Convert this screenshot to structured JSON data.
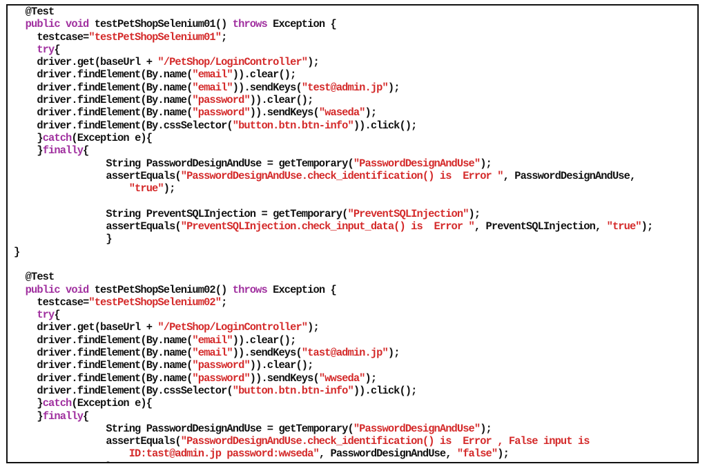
{
  "colors": {
    "keyword": "#a0309f",
    "string": "#d42a2a",
    "plain": "#111111",
    "border": "#111111",
    "background": "#ffffff"
  },
  "code_lines": [
    [
      {
        "t": "pl",
        "v": "  @Test"
      }
    ],
    [
      {
        "t": "pl",
        "v": "  "
      },
      {
        "t": "kw",
        "v": "public void"
      },
      {
        "t": "pl",
        "v": " testPetShopSelenium01() "
      },
      {
        "t": "kw",
        "v": "throws"
      },
      {
        "t": "pl",
        "v": " Exception {"
      }
    ],
    [
      {
        "t": "pl",
        "v": "    testcase="
      },
      {
        "t": "str",
        "v": "\"testPetShopSelenium01\""
      },
      {
        "t": "pl",
        "v": ";"
      }
    ],
    [
      {
        "t": "pl",
        "v": "    "
      },
      {
        "t": "kw",
        "v": "try"
      },
      {
        "t": "pl",
        "v": "{"
      }
    ],
    [
      {
        "t": "pl",
        "v": "    driver.get(baseUrl + "
      },
      {
        "t": "str",
        "v": "\"/PetShop/LoginController\""
      },
      {
        "t": "pl",
        "v": ");"
      }
    ],
    [
      {
        "t": "pl",
        "v": "    driver.findElement(By.name("
      },
      {
        "t": "str",
        "v": "\"email\""
      },
      {
        "t": "pl",
        "v": ")).clear();"
      }
    ],
    [
      {
        "t": "pl",
        "v": "    driver.findElement(By.name("
      },
      {
        "t": "str",
        "v": "\"email\""
      },
      {
        "t": "pl",
        "v": ")).sendKeys("
      },
      {
        "t": "str",
        "v": "\"test@admin.jp\""
      },
      {
        "t": "pl",
        "v": ");"
      }
    ],
    [
      {
        "t": "pl",
        "v": "    driver.findElement(By.name("
      },
      {
        "t": "str",
        "v": "\"password\""
      },
      {
        "t": "pl",
        "v": ")).clear();"
      }
    ],
    [
      {
        "t": "pl",
        "v": "    driver.findElement(By.name("
      },
      {
        "t": "str",
        "v": "\"password\""
      },
      {
        "t": "pl",
        "v": ")).sendKeys("
      },
      {
        "t": "str",
        "v": "\"waseda\""
      },
      {
        "t": "pl",
        "v": ");"
      }
    ],
    [
      {
        "t": "pl",
        "v": "    driver.findElement(By.cssSelector("
      },
      {
        "t": "str",
        "v": "\"button.btn.btn-info\""
      },
      {
        "t": "pl",
        "v": ")).click();"
      }
    ],
    [
      {
        "t": "pl",
        "v": "    }"
      },
      {
        "t": "kw",
        "v": "catch"
      },
      {
        "t": "pl",
        "v": "(Exception e){"
      }
    ],
    [
      {
        "t": "pl",
        "v": "    }"
      },
      {
        "t": "kw",
        "v": "finally"
      },
      {
        "t": "pl",
        "v": "{"
      }
    ],
    [
      {
        "t": "pl",
        "v": "                String PasswordDesignAndUse = getTemporary("
      },
      {
        "t": "str",
        "v": "\"PasswordDesignAndUse\""
      },
      {
        "t": "pl",
        "v": ");"
      }
    ],
    [
      {
        "t": "pl",
        "v": "                assertEquals("
      },
      {
        "t": "str",
        "v": "\"PasswordDesignAndUse.check_identification() is  Error \""
      },
      {
        "t": "pl",
        "v": ", PasswordDesignAndUse,"
      }
    ],
    [
      {
        "t": "pl",
        "v": "                    "
      },
      {
        "t": "str",
        "v": "\"true\""
      },
      {
        "t": "pl",
        "v": ");"
      }
    ],
    [
      {
        "t": "pl",
        "v": ""
      }
    ],
    [
      {
        "t": "pl",
        "v": "                String PreventSQLInjection = getTemporary("
      },
      {
        "t": "str",
        "v": "\"PreventSQLInjection\""
      },
      {
        "t": "pl",
        "v": ");"
      }
    ],
    [
      {
        "t": "pl",
        "v": "                assertEquals("
      },
      {
        "t": "str",
        "v": "\"PreventSQLInjection.check_input_data() is  Error \""
      },
      {
        "t": "pl",
        "v": ", PreventSQLInjection, "
      },
      {
        "t": "str",
        "v": "\"true\""
      },
      {
        "t": "pl",
        "v": ");"
      }
    ],
    [
      {
        "t": "pl",
        "v": "                }"
      }
    ],
    [
      {
        "t": "pl",
        "v": "}"
      }
    ],
    [
      {
        "t": "pl",
        "v": ""
      }
    ],
    [
      {
        "t": "pl",
        "v": "  @Test"
      }
    ],
    [
      {
        "t": "pl",
        "v": "  "
      },
      {
        "t": "kw",
        "v": "public void"
      },
      {
        "t": "pl",
        "v": " testPetShopSelenium02() "
      },
      {
        "t": "kw",
        "v": "throws"
      },
      {
        "t": "pl",
        "v": " Exception {"
      }
    ],
    [
      {
        "t": "pl",
        "v": "    testcase="
      },
      {
        "t": "str",
        "v": "\"testPetShopSelenium02\""
      },
      {
        "t": "pl",
        "v": ";"
      }
    ],
    [
      {
        "t": "pl",
        "v": "    "
      },
      {
        "t": "kw",
        "v": "try"
      },
      {
        "t": "pl",
        "v": "{"
      }
    ],
    [
      {
        "t": "pl",
        "v": "    driver.get(baseUrl + "
      },
      {
        "t": "str",
        "v": "\"/PetShop/LoginController\""
      },
      {
        "t": "pl",
        "v": ");"
      }
    ],
    [
      {
        "t": "pl",
        "v": "    driver.findElement(By.name("
      },
      {
        "t": "str",
        "v": "\"email\""
      },
      {
        "t": "pl",
        "v": ")).clear();"
      }
    ],
    [
      {
        "t": "pl",
        "v": "    driver.findElement(By.name("
      },
      {
        "t": "str",
        "v": "\"email\""
      },
      {
        "t": "pl",
        "v": ")).sendKeys("
      },
      {
        "t": "str",
        "v": "\"tast@admin.jp\""
      },
      {
        "t": "pl",
        "v": ");"
      }
    ],
    [
      {
        "t": "pl",
        "v": "    driver.findElement(By.name("
      },
      {
        "t": "str",
        "v": "\"password\""
      },
      {
        "t": "pl",
        "v": ")).clear();"
      }
    ],
    [
      {
        "t": "pl",
        "v": "    driver.findElement(By.name("
      },
      {
        "t": "str",
        "v": "\"password\""
      },
      {
        "t": "pl",
        "v": ")).sendKeys("
      },
      {
        "t": "str",
        "v": "\"wwseda\""
      },
      {
        "t": "pl",
        "v": ");"
      }
    ],
    [
      {
        "t": "pl",
        "v": "    driver.findElement(By.cssSelector("
      },
      {
        "t": "str",
        "v": "\"button.btn.btn-info\""
      },
      {
        "t": "pl",
        "v": ")).click();"
      }
    ],
    [
      {
        "t": "pl",
        "v": "    }"
      },
      {
        "t": "kw",
        "v": "catch"
      },
      {
        "t": "pl",
        "v": "(Exception e){"
      }
    ],
    [
      {
        "t": "pl",
        "v": "    }"
      },
      {
        "t": "kw",
        "v": "finally"
      },
      {
        "t": "pl",
        "v": "{"
      }
    ],
    [
      {
        "t": "pl",
        "v": "                String PasswordDesignAndUse = getTemporary("
      },
      {
        "t": "str",
        "v": "\"PasswordDesignAndUse\""
      },
      {
        "t": "pl",
        "v": ");"
      }
    ],
    [
      {
        "t": "pl",
        "v": "                assertEquals("
      },
      {
        "t": "str",
        "v": "\"PasswordDesignAndUse.check_identification() is  Error , False input is"
      }
    ],
    [
      {
        "t": "pl",
        "v": "                    "
      },
      {
        "t": "str",
        "v": "ID:tast@admin.jp password:wwseda\""
      },
      {
        "t": "pl",
        "v": ", PasswordDesignAndUse, "
      },
      {
        "t": "str",
        "v": "\"false\""
      },
      {
        "t": "pl",
        "v": ");"
      }
    ],
    [
      {
        "t": "pl",
        "v": "                }"
      }
    ],
    [
      {
        "t": "pl",
        "v": "}"
      }
    ]
  ]
}
